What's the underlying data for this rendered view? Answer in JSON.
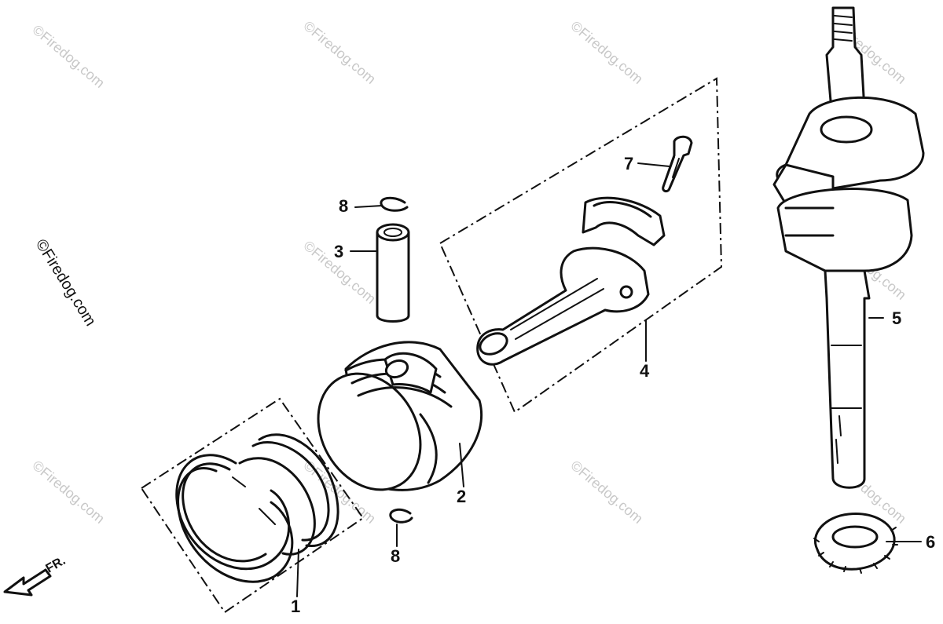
{
  "watermark": "©Firedog.com",
  "direction_label": "FR.",
  "callouts": {
    "piston_rings": "1",
    "piston": "2",
    "piston_pin": "3",
    "connecting_rod": "4",
    "crankshaft": "5",
    "timing_gear": "6",
    "rod_bolt": "7",
    "pin_clip_top": "8",
    "pin_clip_bottom": "8"
  }
}
